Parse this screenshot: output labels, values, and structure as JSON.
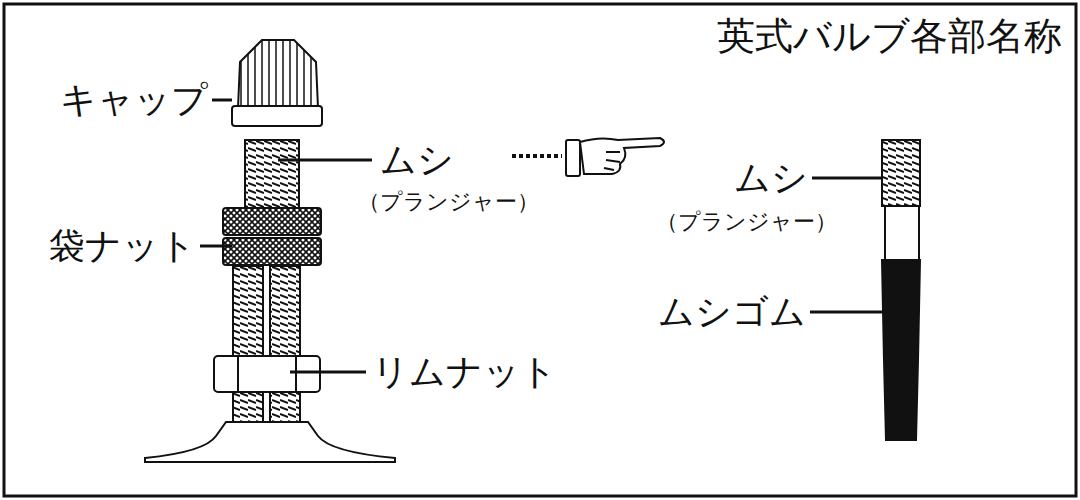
{
  "diagram": {
    "title": "英式バルブ各部名称",
    "labels": [
      "キャップ",
      "ムシ",
      "（プランジャー）",
      "袋ナット",
      "リムナット",
      "ムシ",
      "（プランジャー）",
      "ムシゴム"
    ]
  }
}
